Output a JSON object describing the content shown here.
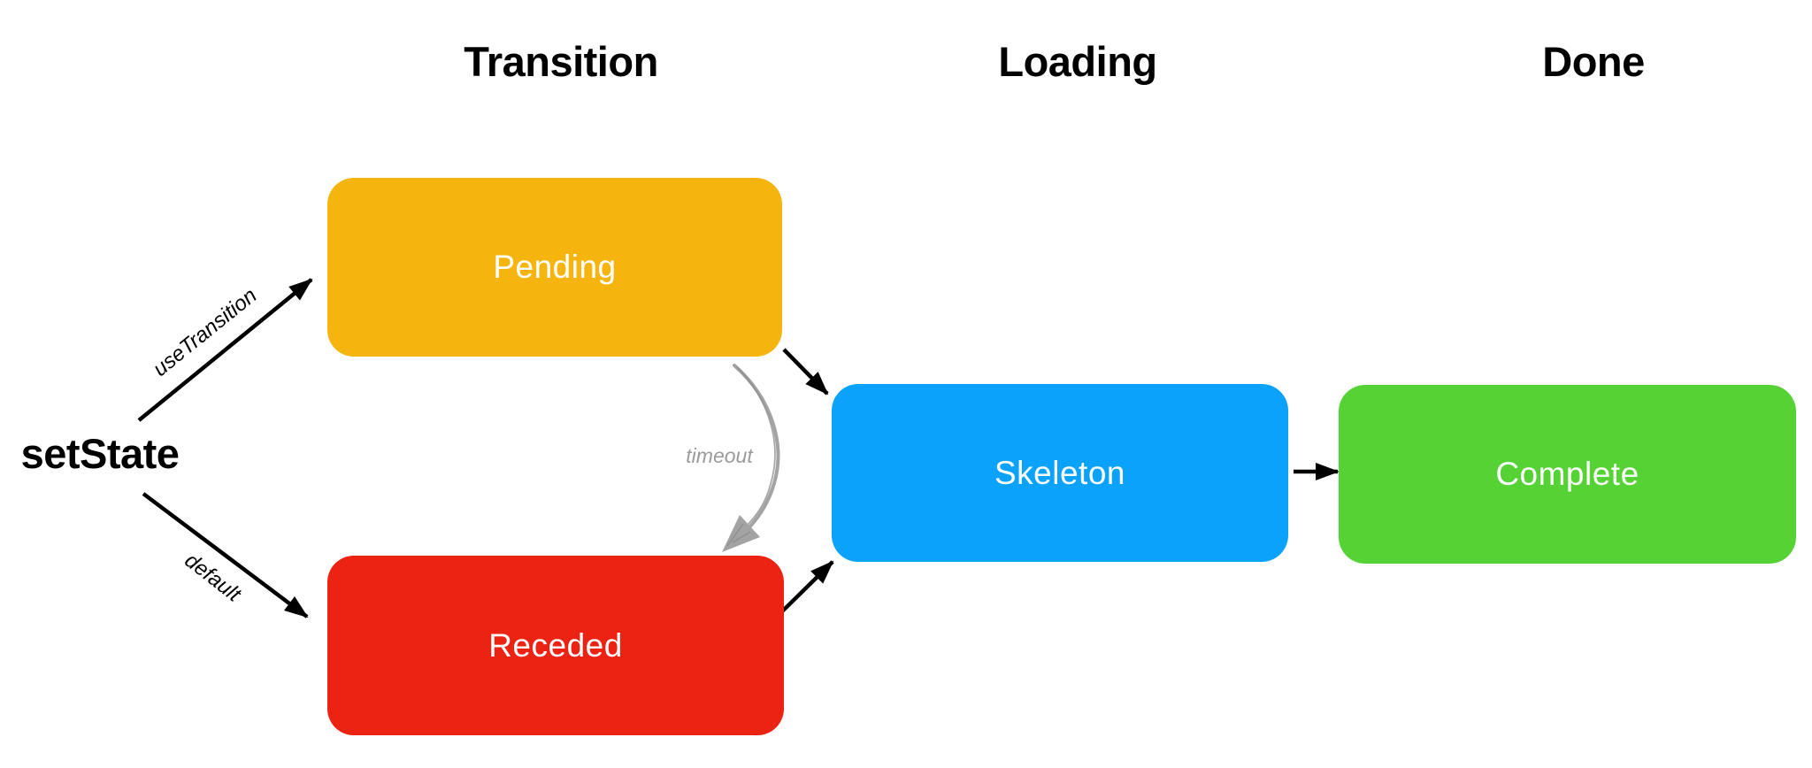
{
  "diagram": {
    "columns": [
      {
        "id": "transition",
        "label": "Transition"
      },
      {
        "id": "loading",
        "label": "Loading"
      },
      {
        "id": "done",
        "label": "Done"
      }
    ],
    "source_label": "setState",
    "nodes": [
      {
        "id": "pending",
        "label": "Pending",
        "color": "#F6B40E",
        "column": "Transition"
      },
      {
        "id": "receded",
        "label": "Receded",
        "color": "#EC2213",
        "column": "Transition"
      },
      {
        "id": "skeleton",
        "label": "Skeleton",
        "color": "#0AA2FA",
        "column": "Loading"
      },
      {
        "id": "complete",
        "label": "Complete",
        "color": "#56D334",
        "column": "Done"
      }
    ],
    "edges": [
      {
        "id": "usetransition",
        "label": "useTransition",
        "from": "setState",
        "to": "Pending"
      },
      {
        "id": "default",
        "label": "default",
        "from": "setState",
        "to": "Receded"
      },
      {
        "id": "pending-skeleton",
        "label": "",
        "from": "Pending",
        "to": "Skeleton"
      },
      {
        "id": "receded-skeleton",
        "label": "",
        "from": "Receded",
        "to": "Skeleton"
      },
      {
        "id": "skeleton-complete",
        "label": "",
        "from": "Skeleton",
        "to": "Complete"
      },
      {
        "id": "timeout",
        "label": "timeout",
        "from": "Pending",
        "to": "Receded"
      }
    ],
    "colors": {
      "background": "#FFFFFF",
      "arrow": "#000000",
      "timeout_arrow": "#A3A3A3",
      "timeout_arrow_dark": "#8C8C8C",
      "node_text": "#FFFFFF",
      "header_text": "#000000",
      "timeout_text": "#9B9B9B"
    }
  }
}
